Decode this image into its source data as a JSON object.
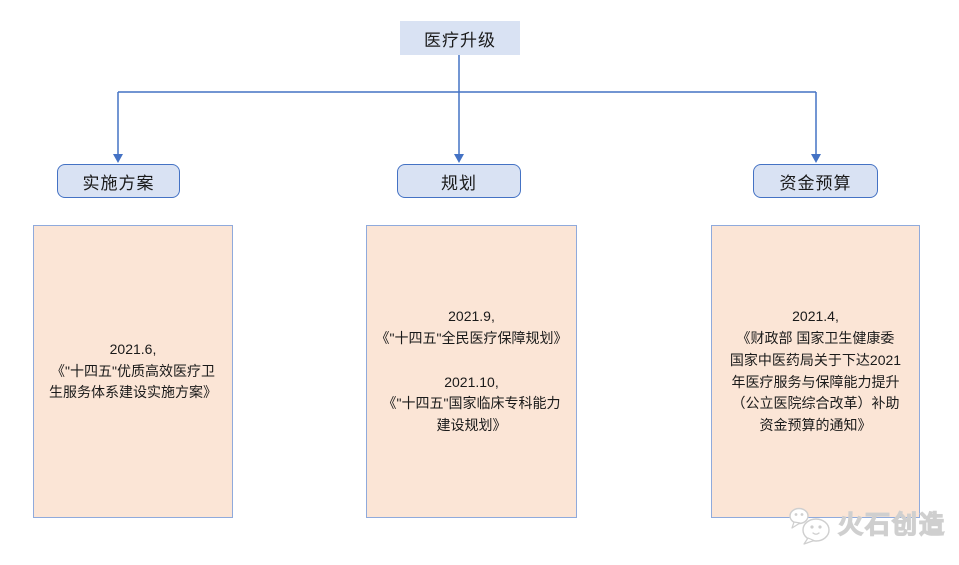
{
  "theme": {
    "connector_color": "#4472C4",
    "node_fill": "#D9E2F3",
    "node_border": "#4472C4",
    "card_fill": "#FBE5D6",
    "card_border": "#8FAADC"
  },
  "diagram": {
    "root": {
      "label": "医疗升级"
    },
    "branches": [
      {
        "label": "实施方案",
        "content": "2021.6,\n《\"十四五\"优质高效医疗卫\n生服务体系建设实施方案》"
      },
      {
        "label": "规划",
        "content": "2021.9,\n《\"十四五\"全民医疗保障规划》\n\n2021.10,\n《\"十四五\"国家临床专科能力\n建设规划》"
      },
      {
        "label": "资金预算",
        "content": "2021.4,\n《财政部 国家卫生健康委\n国家中医药局关于下达2021\n年医疗服务与保障能力提升\n（公立医院综合改革）补助\n资金预算的通知》"
      }
    ]
  },
  "footer": {
    "brand_name": "火石创造"
  }
}
